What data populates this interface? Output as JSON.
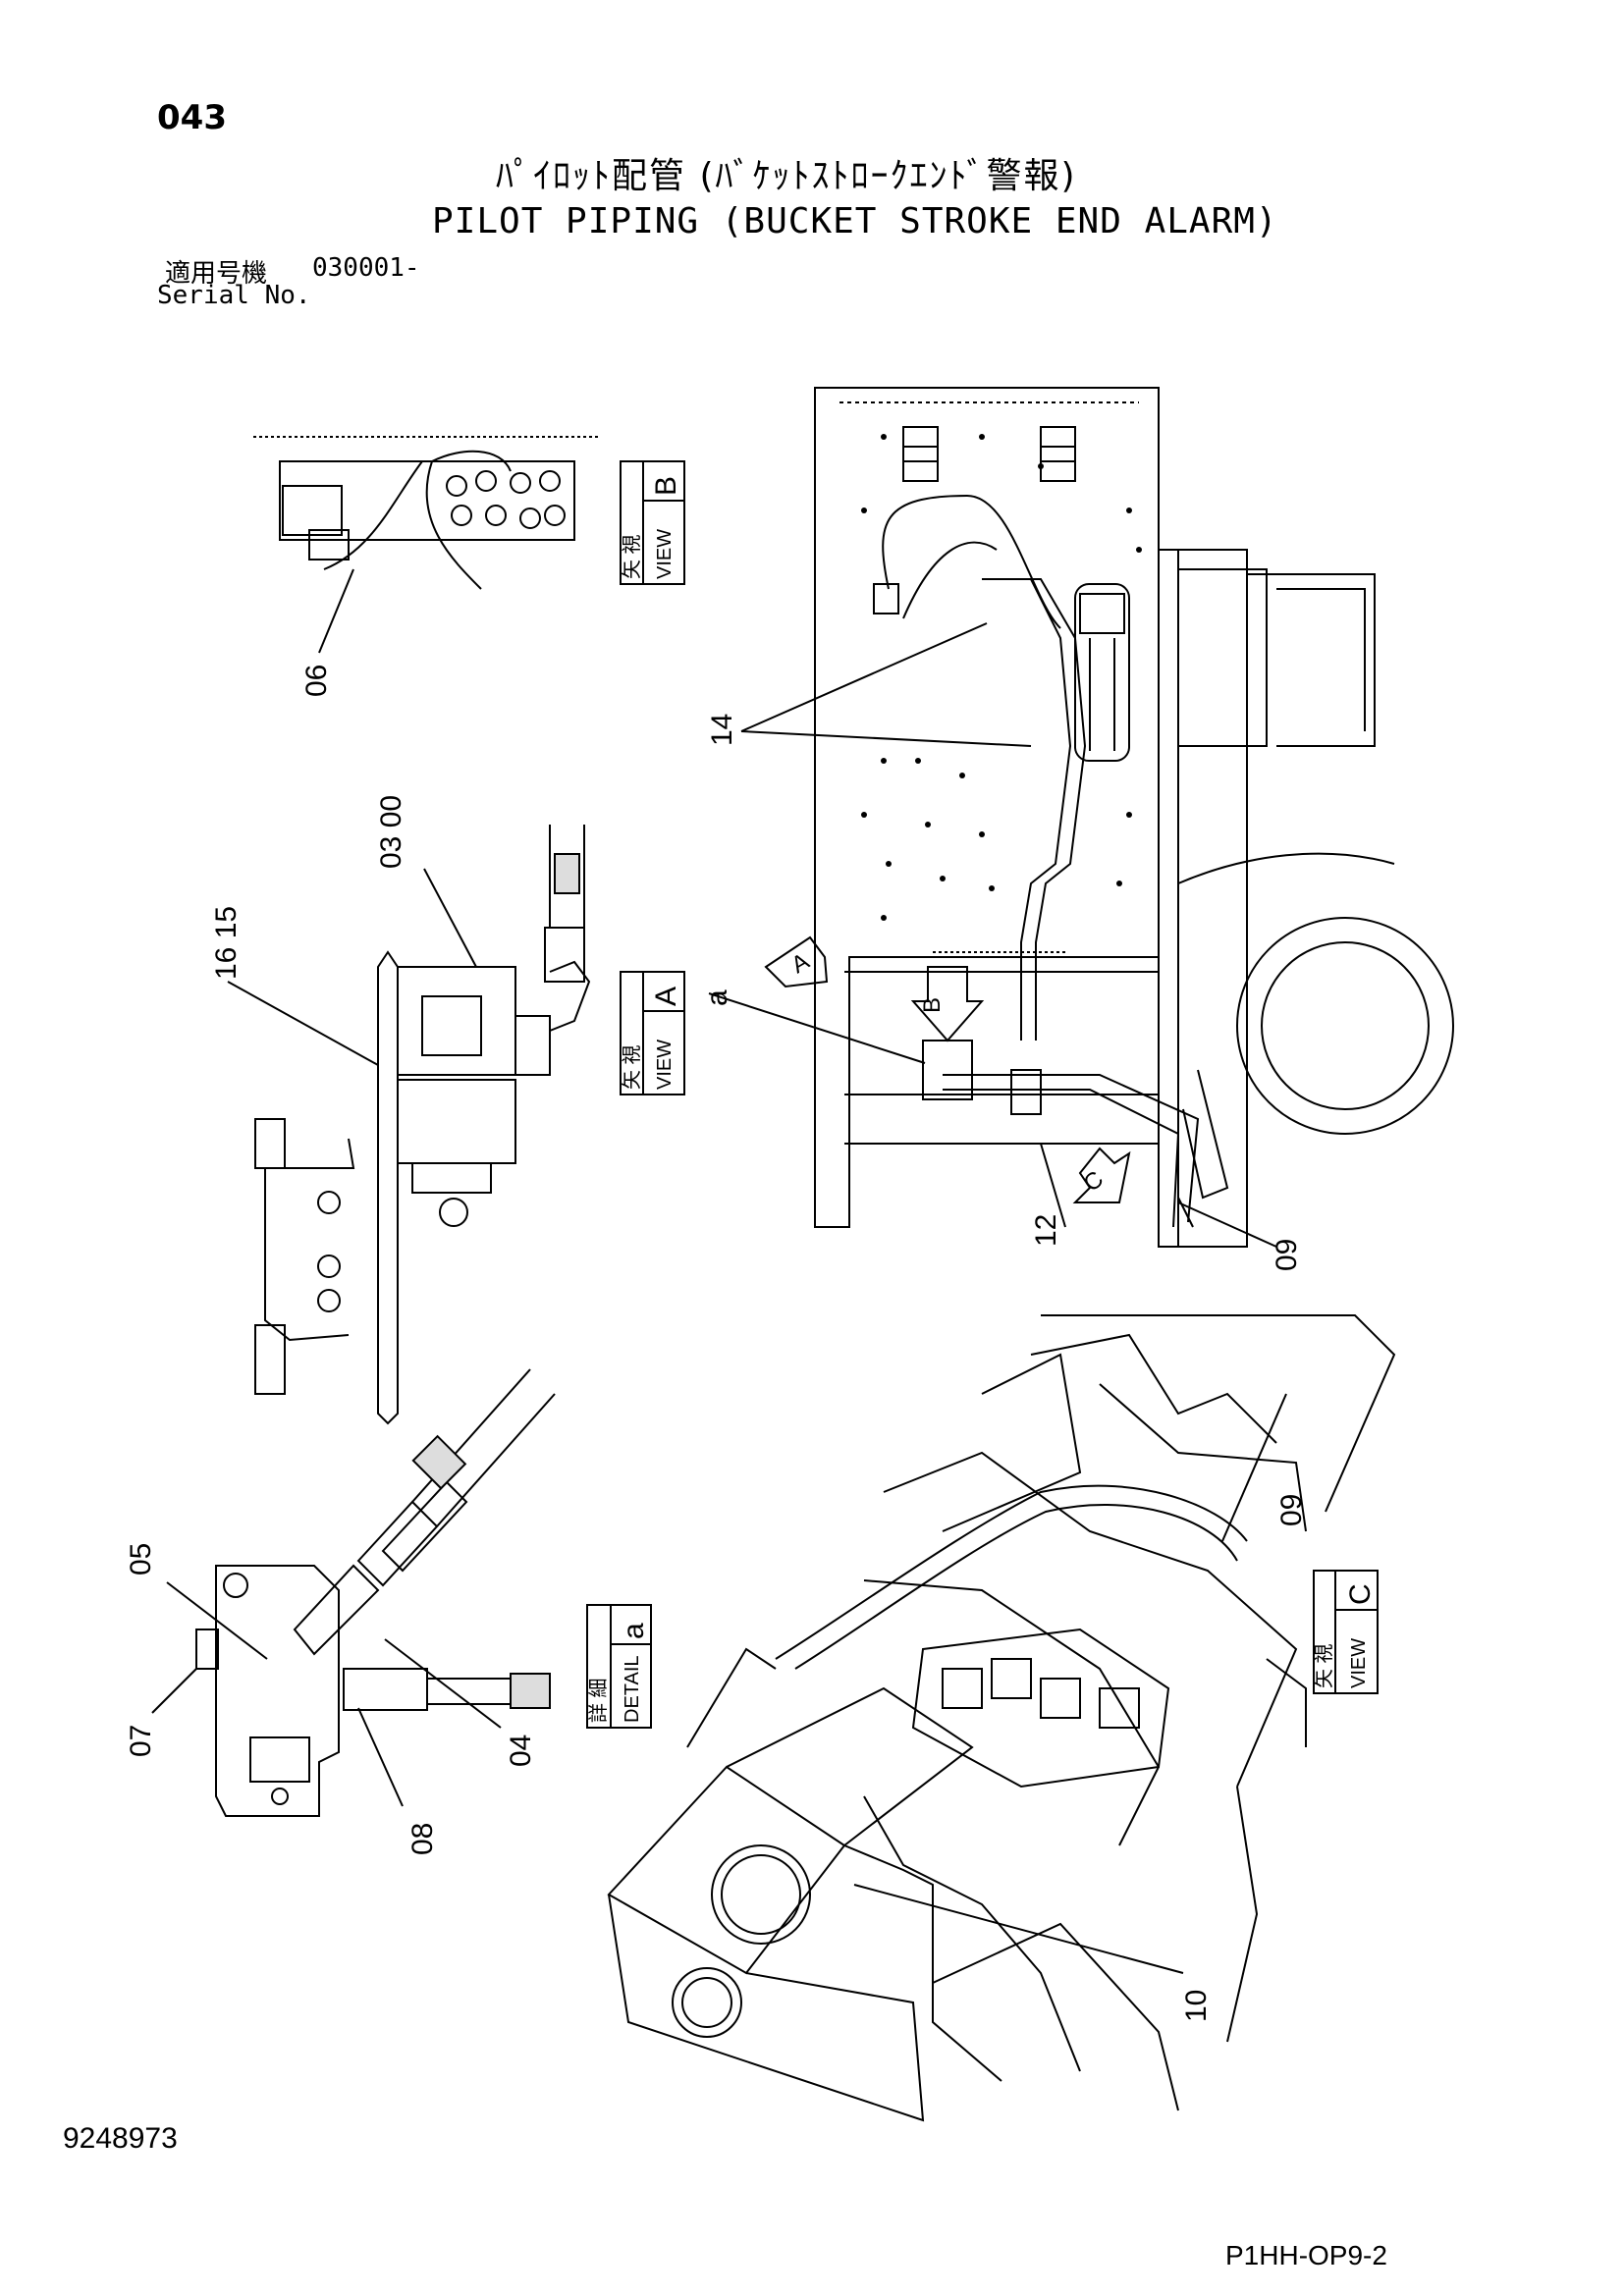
{
  "header": {
    "page_number": "043",
    "title_jp": "ﾊﾟｲﾛｯﾄ配管 (ﾊﾞｹｯﾄｽﾄﾛｰｸｴﾝﾄﾞ警報)",
    "title_en": "PILOT PIPING (BUCKET STROKE END ALARM)",
    "serial_label_jp": "適用号機",
    "serial_value": "030001-",
    "serial_label_en": "Serial No."
  },
  "views": {
    "b": {
      "jp": "矢 視",
      "en": "VIEW",
      "letter": "B"
    },
    "a": {
      "jp": "矢 視",
      "en": "VIEW",
      "letter": "A"
    },
    "a_detail": {
      "jp": "詳 細",
      "en": "DETAIL",
      "letter": "a"
    },
    "c": {
      "jp": "矢 視",
      "en": "VIEW",
      "letter": "C"
    }
  },
  "callouts": {
    "p06": "06",
    "p03_00": "03 00",
    "p16_15": "16 15",
    "p14": "14",
    "p_a": "a",
    "p12": "12",
    "p09_top": "09",
    "p05": "05",
    "p07": "07",
    "p08": "08",
    "p04": "04",
    "p09_bottom": "09",
    "p10": "10"
  },
  "arrows": {
    "a": "A",
    "b": "B",
    "c": "C"
  },
  "footer": {
    "doc_number": "9248973",
    "page_code": "P1HH-OP9-2"
  }
}
